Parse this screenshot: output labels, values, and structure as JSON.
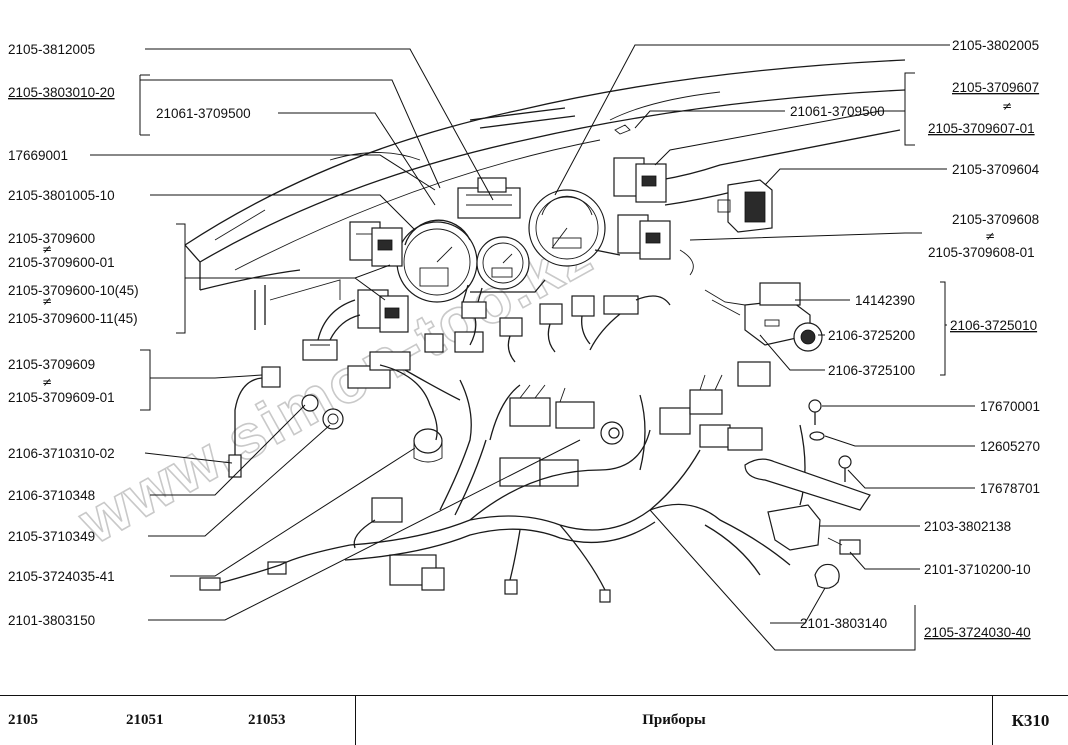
{
  "watermark": "www.simon-too.kz",
  "labels": [
    {
      "id": "l1",
      "text": "2105-3812005"
    },
    {
      "id": "l2",
      "text": "2105-3803010-20"
    },
    {
      "id": "l3",
      "text": "21061-3709500"
    },
    {
      "id": "l4",
      "text": "17669001"
    },
    {
      "id": "l5",
      "text": "2105-3801005-10"
    },
    {
      "id": "l6",
      "text": "2105-3709600"
    },
    {
      "id": "l7",
      "text": "2105-3709600-01"
    },
    {
      "id": "l8",
      "text": "2105-3709600-10(45)"
    },
    {
      "id": "l9",
      "text": "2105-3709600-11(45)"
    },
    {
      "id": "l10",
      "text": "2105-3709609"
    },
    {
      "id": "l11",
      "text": "2105-3709609-01"
    },
    {
      "id": "l12",
      "text": "2106-3710310-02"
    },
    {
      "id": "l13",
      "text": "2106-3710348"
    },
    {
      "id": "l14",
      "text": "2105-3710349"
    },
    {
      "id": "l15",
      "text": "2105-3724035-41"
    },
    {
      "id": "l16",
      "text": "2101-3803150"
    },
    {
      "id": "l17",
      "text": "2105-3802005"
    },
    {
      "id": "l18",
      "text": "2105-3709607"
    },
    {
      "id": "l19",
      "text": "21061-3709500"
    },
    {
      "id": "l20",
      "text": "2105-3709607-01"
    },
    {
      "id": "l21",
      "text": "2105-3709604"
    },
    {
      "id": "l22",
      "text": "2105-3709608"
    },
    {
      "id": "l23",
      "text": "2105-3709608-01"
    },
    {
      "id": "l24",
      "text": "14142390"
    },
    {
      "id": "l25",
      "text": "2106-3725200"
    },
    {
      "id": "l26",
      "text": "2106-3725010"
    },
    {
      "id": "l27",
      "text": "2106-3725100"
    },
    {
      "id": "l28",
      "text": "17670001"
    },
    {
      "id": "l29",
      "text": "12605270"
    },
    {
      "id": "l30",
      "text": "17678701"
    },
    {
      "id": "l31",
      "text": "2103-3802138"
    },
    {
      "id": "l32",
      "text": "2101-3710200-10"
    },
    {
      "id": "l33",
      "text": "2101-3803140"
    },
    {
      "id": "l34",
      "text": "2105-3724030-40"
    }
  ],
  "not_equal_sign": "≠",
  "title_block": {
    "models": [
      "2105",
      "21051",
      "21053"
    ],
    "title": "Приборы",
    "code": "К310"
  }
}
